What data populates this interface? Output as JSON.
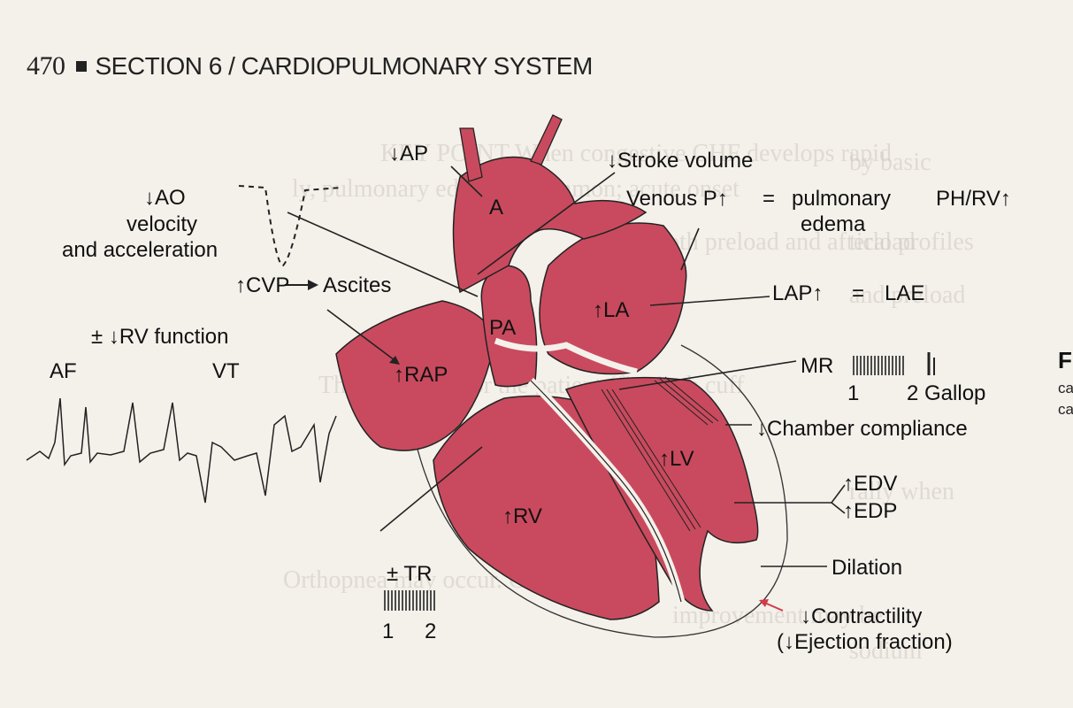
{
  "header": {
    "page_number": "470",
    "section": "SECTION 6 / CARDIOPULMONARY SYSTEM"
  },
  "labels": {
    "ap": "↓AP",
    "a": "A",
    "stroke_volume": "↓Stroke volume",
    "ao_velocity_1": "↓AO",
    "ao_velocity_2": "velocity",
    "ao_velocity_3": "and acceleration",
    "venous_p": "Venous P↑",
    "equals_1": "=",
    "pulmonary": "pulmonary",
    "edema": "edema",
    "ph_rv": "PH/RV↑",
    "cvp": "↑CVP",
    "ascites": "Ascites",
    "lap": "LAP↑",
    "equals_2": "=",
    "lae": "LAE",
    "rv_function": "± ↓RV function",
    "af": "AF",
    "vt": "VT",
    "mr": "MR",
    "gallop_1": "1",
    "gallop_2": "2 Gallop",
    "chamber_compliance": "↓Chamber compliance",
    "edv": "↑EDV",
    "edp": "↑EDP",
    "tr": "± TR",
    "tr_1": "1",
    "tr_2": "2",
    "dilation": "Dilation",
    "contractility": "↓Contractility",
    "ejection_fraction": "(↓Ejection fraction)"
  },
  "chambers": {
    "pa": "PA",
    "la": "↑LA",
    "rap": "↑RAP",
    "rv": "↑RV",
    "lv": "↑LV"
  },
  "caption": {
    "letter": "F",
    "line1": "ca",
    "line2": "ca"
  },
  "colors": {
    "myocardium": "#c94a5e",
    "outline": "#222222",
    "valve_white": "#f4f0ea",
    "page": "#f4f0ea",
    "arrow_red": "#d23a4a"
  }
}
